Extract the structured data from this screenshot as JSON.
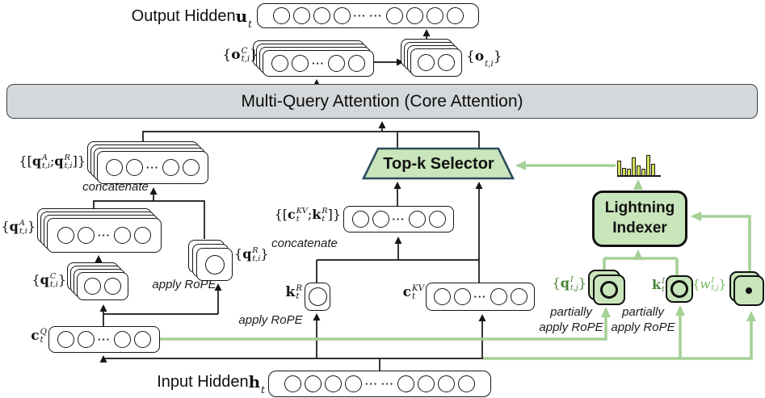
{
  "colors": {
    "green_fill": "#c9e5bb",
    "green_line": "#a5d096",
    "green_text": "#478233",
    "green_text_light": "#74b85c",
    "gray_fill": "#d5d8da",
    "trapezoid_border": "#2e4b5e",
    "histogram_bar": "#d7e157"
  },
  "labels": {
    "output_hidden": [
      {
        "t": "Output Hidden ",
        "f": "sans"
      },
      {
        "b": "u",
        "sub": "t"
      }
    ],
    "o_c": [
      {
        "t": "{"
      },
      {
        "b": "o",
        "sup": "C",
        "sub": "t,i"
      },
      {
        "t": "}"
      }
    ],
    "o": [
      {
        "t": "{"
      },
      {
        "b": "o",
        "sub": "t,i"
      },
      {
        "t": "}"
      }
    ],
    "mqa": "Multi-Query Attention (Core Attention)",
    "q_ar": [
      {
        "t": "{["
      },
      {
        "b": "q",
        "sup": "A",
        "sub": "t,i"
      },
      {
        "t": "; "
      },
      {
        "b": "q",
        "sup": "R",
        "sub": "t,i"
      },
      {
        "t": "]}"
      }
    ],
    "concatenate": "concatenate",
    "q_a": [
      {
        "t": "{"
      },
      {
        "b": "q",
        "sup": "A",
        "sub": "t,i"
      },
      {
        "t": "}"
      }
    ],
    "q_c": [
      {
        "t": "{"
      },
      {
        "b": "q",
        "sup": "C",
        "sub": "t,i"
      },
      {
        "t": "}"
      }
    ],
    "q_r": [
      {
        "t": "{"
      },
      {
        "b": "q",
        "sup": "R",
        "sub": "t,i"
      },
      {
        "t": "}"
      }
    ],
    "apply_rope": "apply RoPE",
    "partially": "partially",
    "c_q": [
      {
        "b": "c",
        "sup": "Q",
        "sub": "t"
      }
    ],
    "topk": "Top-k Selector",
    "ckv_kr": [
      {
        "t": "{["
      },
      {
        "b": "c",
        "sup": "KV",
        "sub": "t"
      },
      {
        "t": "; "
      },
      {
        "b": "k",
        "sup": "R",
        "sub": "t"
      },
      {
        "t": "]}"
      }
    ],
    "k_r": [
      {
        "b": "k",
        "sup": "R",
        "sub": "t"
      }
    ],
    "c_kv": [
      {
        "b": "c",
        "sup": "KV",
        "sub": "t"
      }
    ],
    "lightning_line1": "Lightning",
    "lightning_line2": "Indexer",
    "q_i": [
      {
        "t": "{"
      },
      {
        "b": "q",
        "sup": "I",
        "sub": "t,j"
      },
      {
        "t": "}"
      }
    ],
    "k_i": [
      {
        "b": "k",
        "sup": "I",
        "sub": "t"
      }
    ],
    "w_i": [
      {
        "t": "{"
      },
      {
        "i": "w",
        "sup": "I",
        "sub": "t,j"
      },
      {
        "t": "}"
      }
    ],
    "input_hidden": [
      {
        "t": "Input Hidden ",
        "f": "sans"
      },
      {
        "b": "h",
        "sub": "t"
      }
    ],
    "dots": "···"
  },
  "histogram": {
    "bars": [
      18,
      9,
      8,
      22,
      12,
      8,
      25,
      14
    ]
  }
}
